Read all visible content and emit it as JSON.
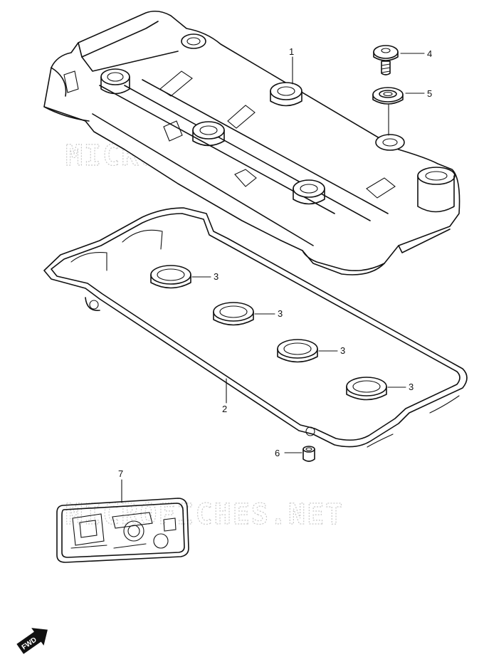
{
  "watermark": "MICROFICHES.NET",
  "fwd_label": "FWD",
  "callouts": [
    {
      "id": "cylinder-head-cover",
      "label": "1"
    },
    {
      "id": "cover-gasket",
      "label": "2"
    },
    {
      "id": "plug-hole-gasket-a",
      "label": "3"
    },
    {
      "id": "plug-hole-gasket-b",
      "label": "3"
    },
    {
      "id": "plug-hole-gasket-c",
      "label": "3"
    },
    {
      "id": "plug-hole-gasket-d",
      "label": "3"
    },
    {
      "id": "cover-bolt",
      "label": "4"
    },
    {
      "id": "bolt-washer-seal",
      "label": "5"
    },
    {
      "id": "dowel-pin",
      "label": "6"
    },
    {
      "id": "gasket-set",
      "label": "7"
    }
  ]
}
